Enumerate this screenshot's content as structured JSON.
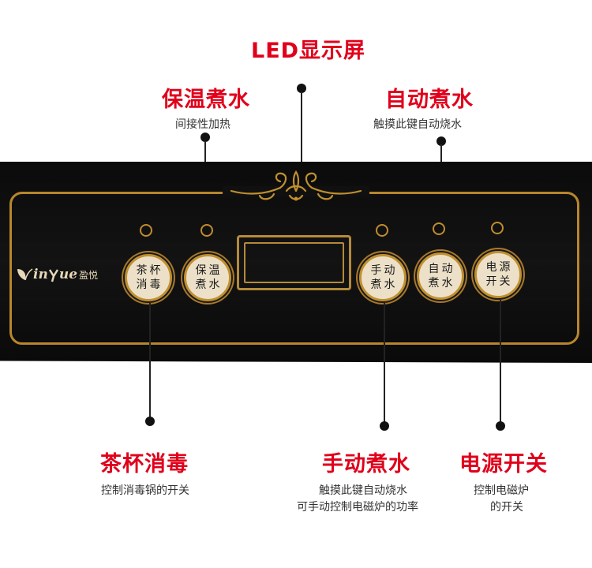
{
  "labels": {
    "led_display": {
      "title": "LED显示屏"
    },
    "keep_warm": {
      "title": "保温煮水",
      "desc": "间接性加热"
    },
    "auto_boil": {
      "title": "自动煮水",
      "desc": "触摸此键自动烧水"
    },
    "tea_disinfect": {
      "title": "茶杯消毒",
      "desc": "控制消毒锅的开关"
    },
    "manual_boil": {
      "title": "手动煮水",
      "desc_line1": "触摸此键自动烧水",
      "desc_line2": "可手动控制电磁炉的功率"
    },
    "power": {
      "title": "电源开关",
      "desc_line1": "控制电磁炉",
      "desc_line2": "的开关"
    }
  },
  "panel": {
    "logo": {
      "brand": "in",
      "brand2": "ue",
      "brand_cn": "盈悦"
    },
    "buttons": {
      "tea_disinfect": {
        "line1": "茶杯",
        "line2": "消毒"
      },
      "keep_warm": {
        "line1": "保温",
        "line2": "煮水"
      },
      "manual_boil": {
        "line1": "手动",
        "line2": "煮水"
      },
      "auto_boil": {
        "line1": "自动",
        "line2": "煮水"
      },
      "power": {
        "line1": "电源",
        "line2": "开关"
      }
    }
  },
  "colors": {
    "title_red": "#e0001b",
    "gold": "#b8862b",
    "panel_black": "#0f0f0f",
    "button_face": "#ece0c8"
  }
}
